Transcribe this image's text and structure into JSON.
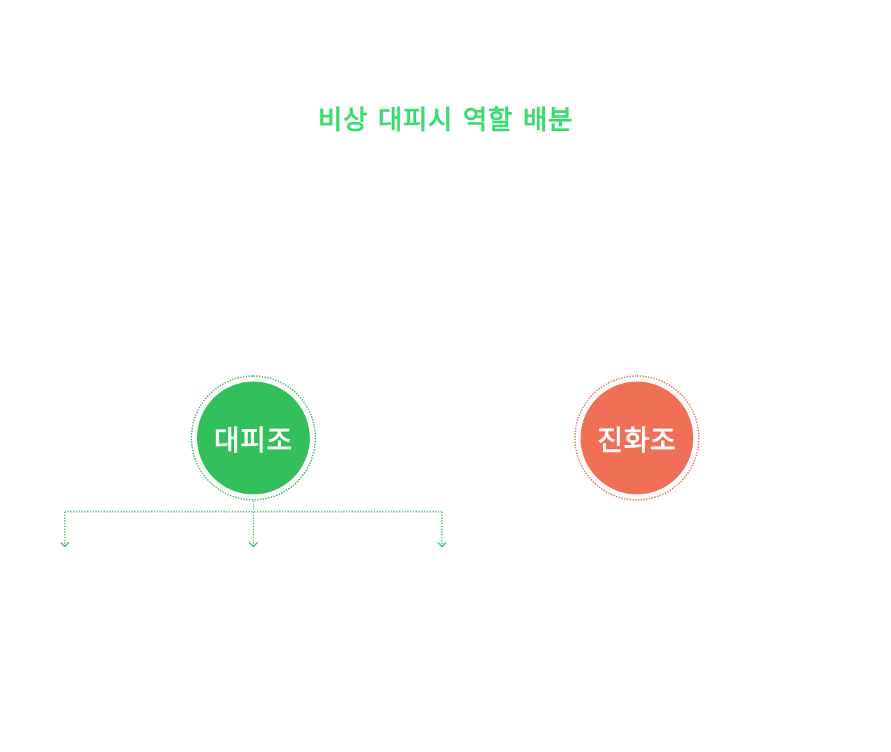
{
  "title": "비상 대피시 역할 배분",
  "teams": {
    "evacuation": {
      "label": "대피조"
    },
    "firefighting": {
      "label": "진화조"
    }
  },
  "colors": {
    "title": "#3ddc6f",
    "evacuation": "#33bf5a",
    "firefighting": "#f07057"
  },
  "evacuation_branches": 3
}
